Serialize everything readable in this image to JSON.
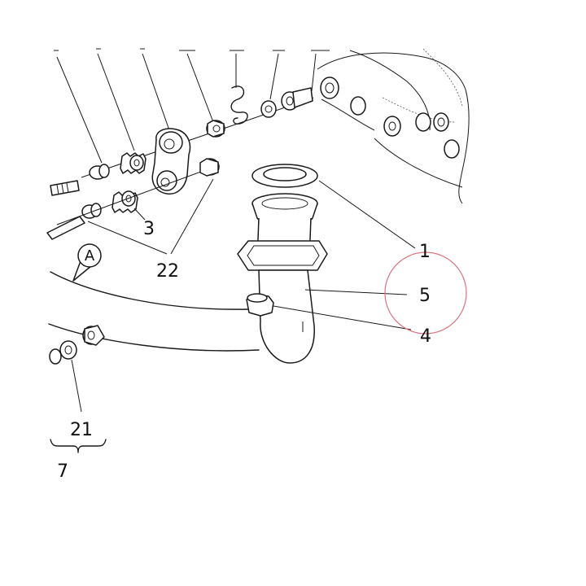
{
  "labels": {
    "p1": "1",
    "p3": "3",
    "p4": "4",
    "p5": "5",
    "p7": "7",
    "p21": "21",
    "p22": "22"
  },
  "view_marker": "A",
  "colors": {
    "line": "#1a1a1a",
    "highlight_circle": "#d9737f",
    "background": "#ffffff"
  },
  "highlight": {
    "target": "5"
  }
}
